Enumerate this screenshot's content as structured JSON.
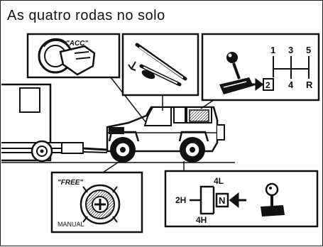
{
  "document": {
    "title": "As quatro rodas no solo"
  },
  "panels": {
    "ignition": {
      "label": "\"ACC\""
    },
    "parking_brake": {},
    "transmission": {
      "gear_top": [
        "1",
        "3",
        "5"
      ],
      "gear_bottom": [
        "2",
        "4",
        "R"
      ]
    },
    "hub": {
      "label_top": "\"FREE\"",
      "label_bottom": "MANUAL"
    },
    "transfer": {
      "label_2h": "2H",
      "label_4l": "4L",
      "label_n": "N",
      "label_4h": "4H"
    }
  },
  "colors": {
    "ink": "#111111",
    "paper": "#ffffff",
    "shade": "#555555"
  }
}
